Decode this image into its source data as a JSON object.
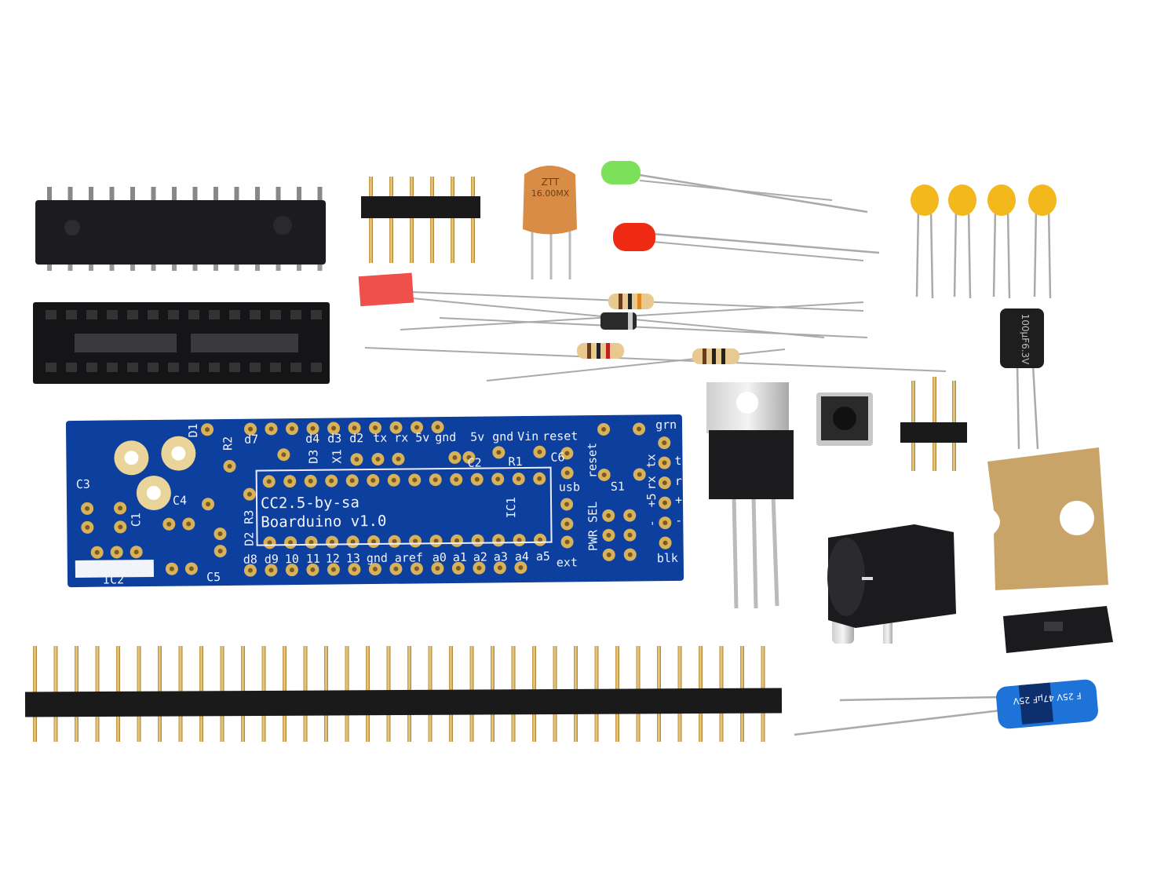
{
  "pcb": {
    "title_line1": "CC2.5-by-sa",
    "title_line2": "Boarduino v1.0",
    "labels": {
      "d1": "D1",
      "r2": "R2",
      "c3": "C3",
      "c4": "C4",
      "c1": "C1",
      "c5": "C5",
      "ic2": "IC2",
      "d3": "D3",
      "x1": "X1",
      "d2": "D2",
      "r3": "R3",
      "r1": "R1",
      "c2": "C2",
      "c6": "C6",
      "ic1": "IC1",
      "s1": "S1",
      "usb": "usb",
      "ext": "ext",
      "pwr_sel": "PWR SEL",
      "reset_sw": "reset",
      "top_pins": [
        "d7",
        "d4",
        "d3",
        "d2",
        "tx",
        "rx",
        "5v",
        "gnd",
        "5v",
        "gnd",
        "Vin",
        "reset"
      ],
      "bottom_pins": [
        "d8",
        "d9",
        "10",
        "11",
        "12",
        "13",
        "gnd",
        "aref",
        "a0",
        "a1",
        "a2",
        "a3",
        "a4",
        "a5"
      ],
      "ftdi": [
        "grn",
        "t",
        "r",
        "+",
        "-",
        "blk"
      ],
      "ftdi_side": [
        "tx",
        "rx",
        "+5",
        "-"
      ]
    }
  },
  "crystal_marking": [
    "ZTT",
    "16.00MX"
  ],
  "cap_large_marking": "100µF6.3V",
  "cap_blue_marking": "F 25V 47µF 25V",
  "colors": {
    "pcb": "#0c3f9e",
    "pad": "#d8b25a",
    "ic": "#1c1c1e",
    "ceramic_cap": "#f2b81c",
    "crystal": "#d98c45",
    "insulator": "#c9a468",
    "blue_cap": "#1e73d8"
  }
}
